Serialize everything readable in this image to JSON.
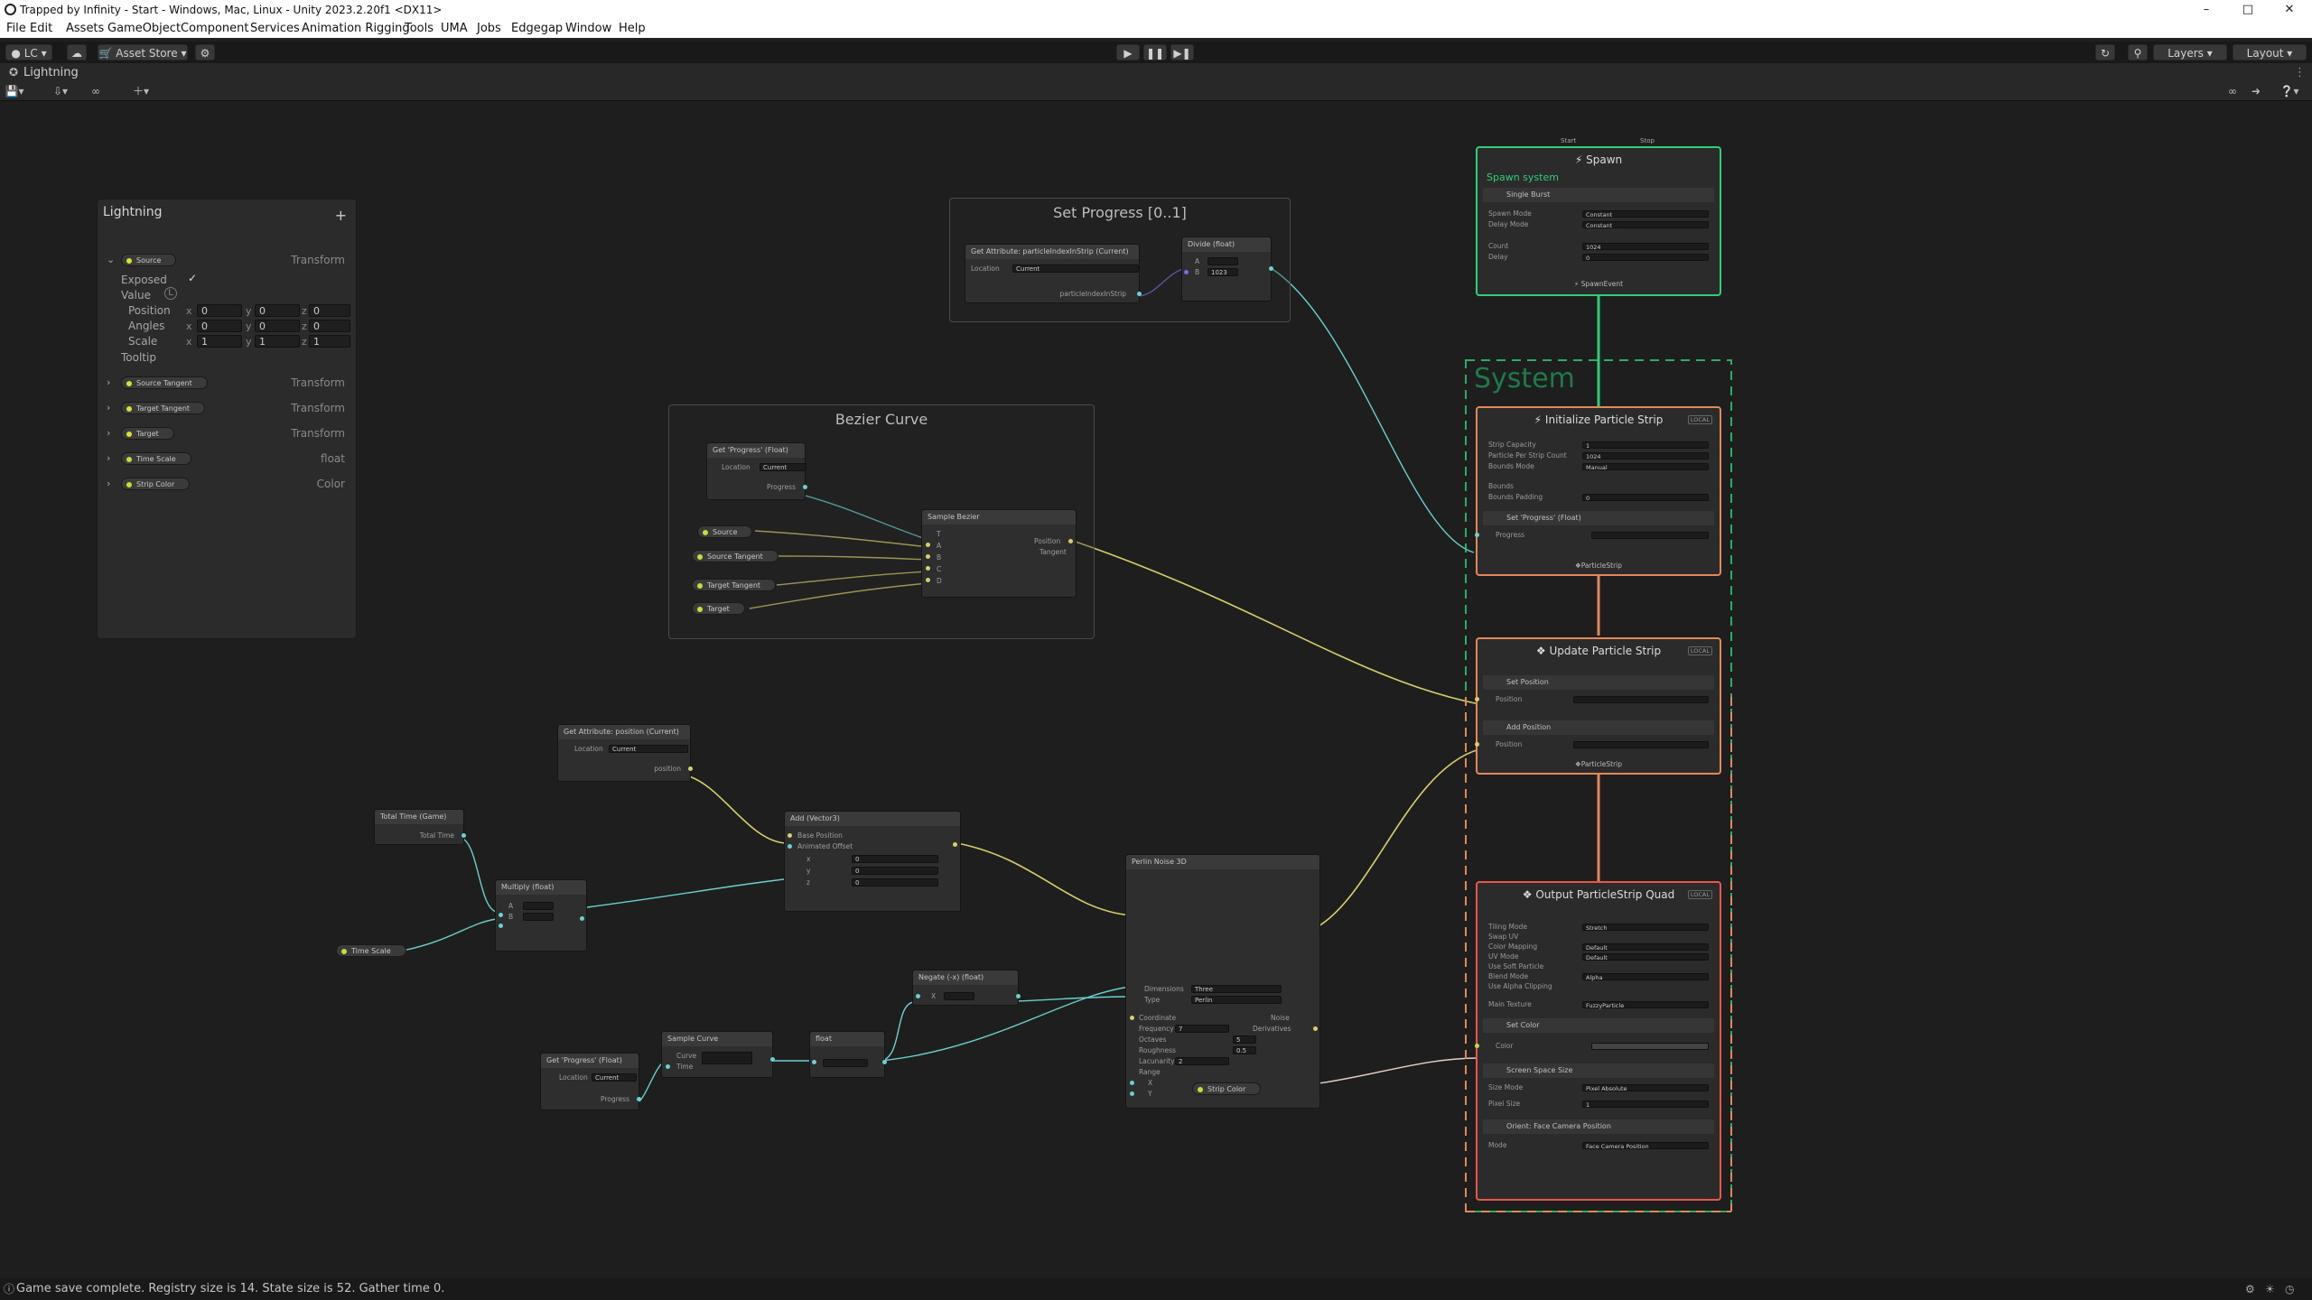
{
  "window": {
    "title": "Trapped by Infinity - Start - Windows, Mac, Linux - Unity 2023.2.20f1 <DX11>"
  },
  "menu": [
    "File",
    "Edit",
    "Assets",
    "GameObject",
    "Component",
    "Services",
    "Animation Rigging",
    "Tools",
    "UMA",
    "Jobs",
    "Edgegap",
    "Window",
    "Help"
  ],
  "toolbar": {
    "account": "LC",
    "asset_store": "Asset Store",
    "layers": "Layers",
    "layout": "Layout"
  },
  "tab": {
    "title": "Lightning"
  },
  "status": {
    "message": "Game save complete. Registry size is 14. State size is 52. Gather time 0."
  },
  "blackboard": {
    "title": "Lightning",
    "add": "+",
    "source": {
      "name": "Source",
      "type": "Transform",
      "exposed": "Exposed",
      "value": "Value",
      "position": "Position",
      "angles": "Angles",
      "scale": "Scale",
      "tooltip": "Tooltip",
      "pos": [
        "0",
        "0",
        "0"
      ],
      "ang": [
        "0",
        "0",
        "0"
      ],
      "scl": [
        "1",
        "1",
        "1"
      ],
      "x": "x",
      "y": "y",
      "z": "z"
    },
    "props": [
      {
        "name": "Source Tangent",
        "type": "Transform"
      },
      {
        "name": "Target Tangent",
        "type": "Transform"
      },
      {
        "name": "Target",
        "type": "Transform"
      },
      {
        "name": "Time Scale",
        "type": "float"
      },
      {
        "name": "Strip Color",
        "type": "Color"
      }
    ]
  },
  "groups": {
    "set_progress": "Set Progress [0..1]",
    "bezier": "Bezier Curve"
  },
  "nodes": {
    "get_attr_strip": {
      "title": "Get Attribute: particleIndexInStrip (Current)",
      "loc_label": "Location",
      "loc_val": "Current",
      "out": "particleIndexInStrip"
    },
    "divide": {
      "title": "Divide (float)",
      "a": "A",
      "b": "B",
      "b_val": "1023"
    },
    "set_progress_op": {
      "title": "Get 'Progress' (Float)",
      "loc_label": "Location",
      "loc_val": "Current",
      "out": "Progress"
    },
    "sample_bezier": {
      "title": "Sample Bezier",
      "t": "T",
      "a": "A",
      "b": "B",
      "c": "C",
      "d": "D",
      "position": "Position",
      "tangent": "Tangent"
    },
    "get_pos": {
      "title": "Get Attribute: position (Current)",
      "loc_label": "Location",
      "loc_val": "Current",
      "out": "position"
    },
    "add_vec": {
      "title": "Add (Vector3)",
      "a": "Base Position",
      "b": "Animated Offset",
      "x": "x",
      "y": "y",
      "z": "z",
      "xv": "0",
      "yv": "0",
      "zv": "0"
    },
    "total_time": {
      "title": "Total Time (Game)",
      "out": "Total Time"
    },
    "multiply": {
      "title": "Multiply (float)",
      "a": "A",
      "b": "B"
    },
    "perlin": {
      "title": "Perlin Noise 3D",
      "dim": "Dimensions",
      "dim_val": "Three",
      "type": "Type",
      "type_val": "Perlin",
      "coord": "Coordinate",
      "freq": "Frequency",
      "freq_val": "7",
      "oct": "Octaves",
      "oct_val": "5",
      "rough": "Roughness",
      "rough_val": "0.5",
      "lac": "Lacunarity",
      "lac_val": "2",
      "range": "Range",
      "x": "X",
      "y": "Y",
      "noise": "Noise",
      "deriv": "Derivatives"
    },
    "negate": {
      "title": "Negate (-x) (float)",
      "x": "X"
    },
    "get_progress2": {
      "title": "Get 'Progress' (Float)",
      "loc_label": "Location",
      "loc_val": "Current",
      "out": "Progress"
    },
    "sample_curve": {
      "title": "Sample Curve",
      "curve": "Curve",
      "time": "Time"
    },
    "float_node": {
      "title": "float"
    }
  },
  "pills": {
    "source": "Source",
    "source_tangent": "Source Tangent",
    "target_tangent": "Target Tangent",
    "target": "Target",
    "time_scale": "Time Scale",
    "strip_color": "Strip Color"
  },
  "spawn": {
    "start": "Start",
    "stop": "Stop",
    "title": "Spawn",
    "system": "Spawn system",
    "block": "Single Burst",
    "spawn_mode": "Spawn Mode",
    "spawn_mode_val": "Constant",
    "delay_mode": "Delay Mode",
    "delay_mode_val": "Constant",
    "count": "Count",
    "count_val": "1024",
    "delay": "Delay",
    "delay_val": "0",
    "out": "SpawnEvent"
  },
  "system": {
    "label": "System"
  },
  "init": {
    "title": "Initialize Particle Strip",
    "badge": "LOCAL",
    "cap": "Strip Capacity",
    "cap_val": "1",
    "ppsc": "Particle Per Strip Count",
    "ppsc_val": "1024",
    "bounds": "Bounds Mode",
    "bounds_val": "Manual",
    "bounds2": "Bounds",
    "pad": "Bounds Padding",
    "pad_val": "0",
    "block": "Set 'Progress' (Float)",
    "progress": "Progress",
    "out": "ParticleStrip"
  },
  "update": {
    "title": "Update Particle Strip",
    "badge": "LOCAL",
    "set_pos": "Set Position",
    "position": "Position",
    "add_pos": "Add Position",
    "position2": "Position",
    "out": "ParticleStrip"
  },
  "output": {
    "title": "Output ParticleStrip Quad",
    "badge": "LOCAL",
    "tiling": "Tiling Mode",
    "tiling_val": "Stretch",
    "swap": "Swap UV",
    "color_map": "Color Mapping",
    "color_map_val": "Default",
    "uv": "UV Mode",
    "uv_val": "Default",
    "soft": "Use Soft Particle",
    "blend": "Blend Mode",
    "blend_val": "Alpha",
    "clip": "Use Alpha Clipping",
    "tex": "Main Texture",
    "tex_val": "FuzzyParticle",
    "set_color": "Set Color",
    "color": "Color",
    "sss": "Screen Space Size",
    "size_mode": "Size Mode",
    "size_mode_val": "Pixel Absolute",
    "pixel": "Pixel Size",
    "pixel_val": "1",
    "orient": "Orient: Face Camera Position",
    "mode": "Mode",
    "mode_val": "Face Camera Position"
  }
}
